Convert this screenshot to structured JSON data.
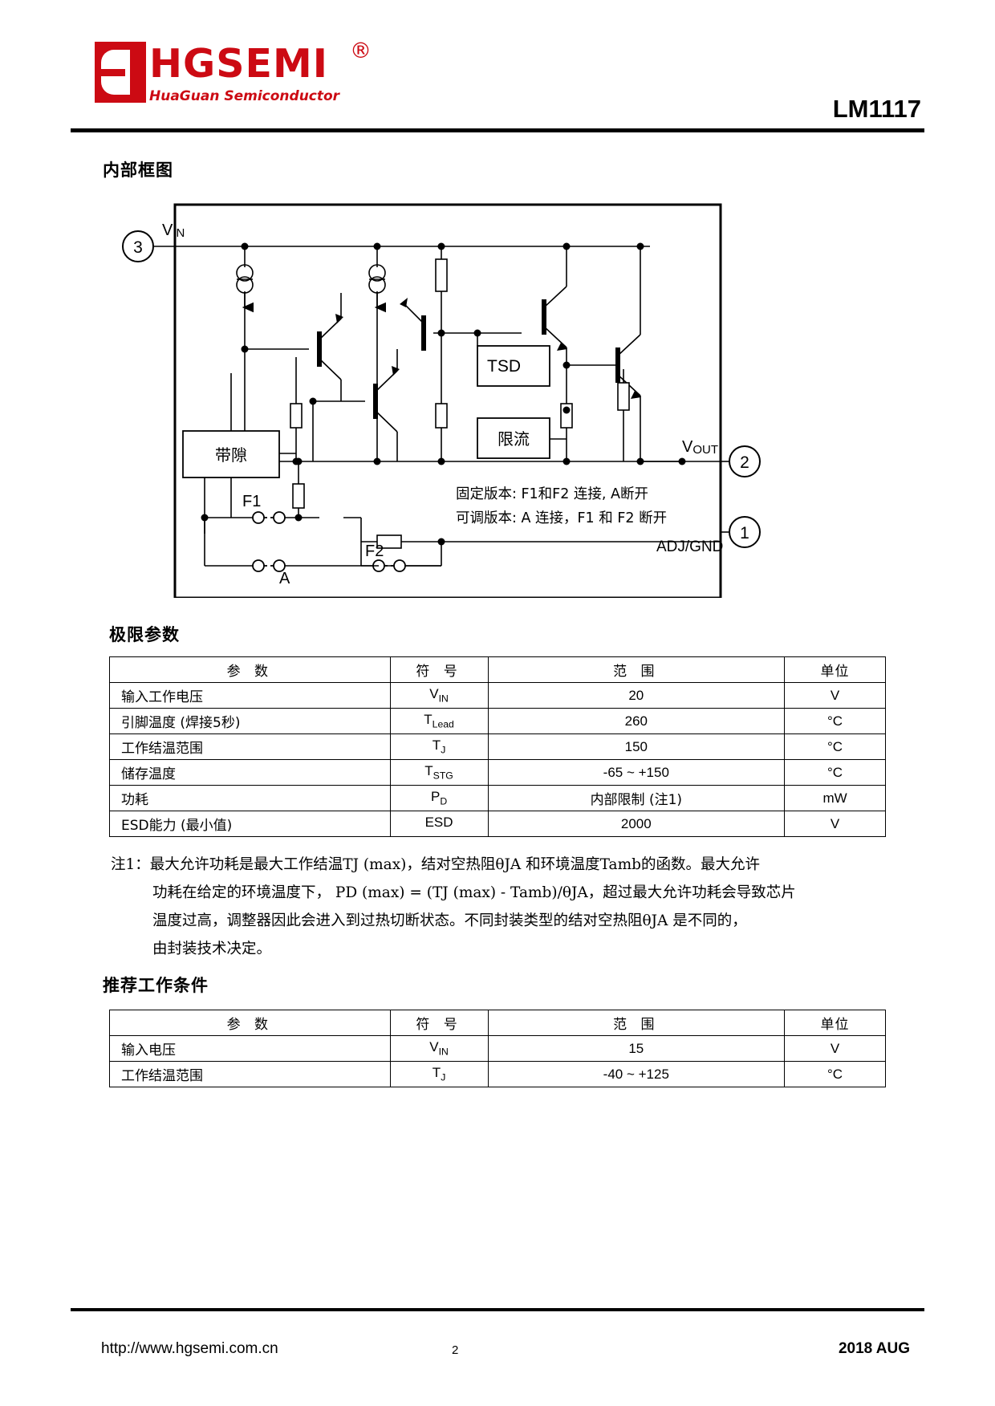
{
  "header": {
    "logo_name": "HGSEMI",
    "logo_sub": "HuaGuan Semiconductor",
    "registered_mark": "®",
    "part_number": "LM1117"
  },
  "sections": {
    "block_diagram_title": "内部框图",
    "abs_max_title": "极限参数",
    "recommended_title": "推荐工作条件"
  },
  "diagram": {
    "pin3_number": "3",
    "pin3_label_main": "V",
    "pin3_label_sub": "IN",
    "pin2_number": "2",
    "pin2_label_main": "V",
    "pin2_label_sub": "OUT",
    "pin1_number": "1",
    "pin1_label": "ADJ/GND",
    "block_tsd": "TSD",
    "block_ilim": "限流",
    "block_bandgap": "带隙",
    "switch_f1": "F1",
    "switch_f2": "F2",
    "switch_a": "A",
    "note_fixed": "固定版本: F1和F2 连接, A断开",
    "note_adj": "可调版本: A 连接, F1 和 F2 断开"
  },
  "abs_max_table": {
    "headers": [
      "参    数",
      "符  号",
      "范    围",
      "单位"
    ],
    "rows": [
      {
        "param": "输入工作电压",
        "symbol": "VIN",
        "symbol_base": "V",
        "symbol_sub": "IN",
        "range": "20",
        "unit": "V"
      },
      {
        "param": "引脚温度 (焊接5秒)",
        "symbol": "TLead",
        "symbol_base": "T",
        "symbol_sub": "Lead",
        "range": "260",
        "unit": "°C"
      },
      {
        "param": "工作结温范围",
        "symbol": "TJ",
        "symbol_base": "T",
        "symbol_sub": "J",
        "range": "150",
        "unit": "°C"
      },
      {
        "param": "储存温度",
        "symbol": "TSTG",
        "symbol_base": "T",
        "symbol_sub": "STG",
        "range": "-65 ~ +150",
        "unit": "°C"
      },
      {
        "param": "功耗",
        "symbol": "PD",
        "symbol_base": "P",
        "symbol_sub": "D",
        "range": "内部限制 (注1)",
        "unit": "mW"
      },
      {
        "param": "ESD能力 (最小值)",
        "symbol": "ESD",
        "symbol_base": "ESD",
        "symbol_sub": "",
        "range": "2000",
        "unit": "V"
      }
    ]
  },
  "note1": {
    "line1": "注1：最大允许功耗是最大工作结温TJ (max)，结对空热阻θJA 和环境温度Tamb的函数。最大允许",
    "line2": "功耗在给定的环境温度下，  PD (max) = (TJ (max) - Tamb)/θJA，超过最大允许功耗会导致芯片",
    "line3": "温度过高，调整器因此会进入到过热切断状态。不同封装类型的结对空热阻θJA 是不同的，",
    "line4": "由封装技术决定。"
  },
  "recommended_table": {
    "headers": [
      "参    数",
      "符  号",
      "范    围",
      "单位"
    ],
    "rows": [
      {
        "param": "输入电压",
        "symbol": "VIN",
        "symbol_base": "V",
        "symbol_sub": "IN",
        "range": "15",
        "unit": "V"
      },
      {
        "param": "工作结温范围",
        "symbol": "TJ",
        "symbol_base": "T",
        "symbol_sub": "J",
        "range": "-40 ~ +125",
        "unit": "°C"
      }
    ]
  },
  "footer": {
    "url": "http://www.hgsemi.com.cn",
    "page_number": "2",
    "date": "2018 AUG"
  },
  "colors": {
    "brand_red": "#cc0a13",
    "text": "#000000",
    "background": "#ffffff"
  }
}
